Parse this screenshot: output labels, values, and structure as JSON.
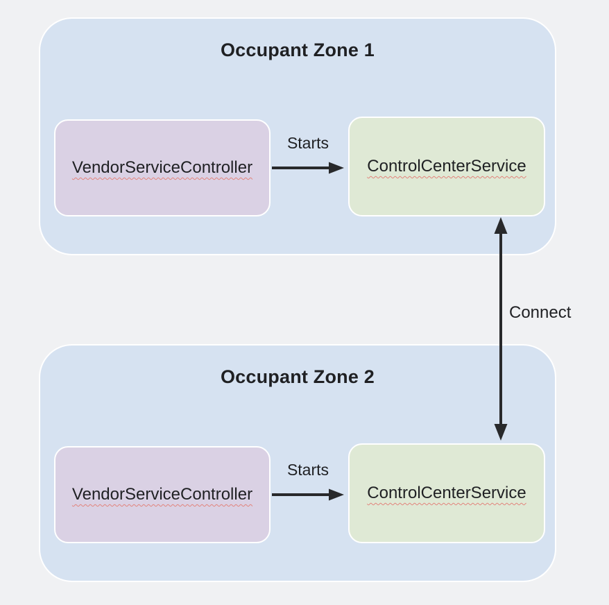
{
  "diagram": {
    "colors": {
      "bg": "#f0f1f3",
      "zone-fill": "#d6e2f1",
      "vendor-fill": "#dad1e4",
      "control-fill": "#dfe9d5",
      "ink": "#1f2023",
      "arrow": "#28292b",
      "squiggle": "#e2837b"
    },
    "connect_label": "Connect"
  },
  "zones": [
    {
      "title": "Occupant Zone 1",
      "vendor_label": "VendorServiceController",
      "starts_label": "Starts",
      "control_label": "ControlCenterService"
    },
    {
      "title": "Occupant Zone 2",
      "vendor_label": "VendorServiceController",
      "starts_label": "Starts",
      "control_label": "ControlCenterService"
    }
  ]
}
